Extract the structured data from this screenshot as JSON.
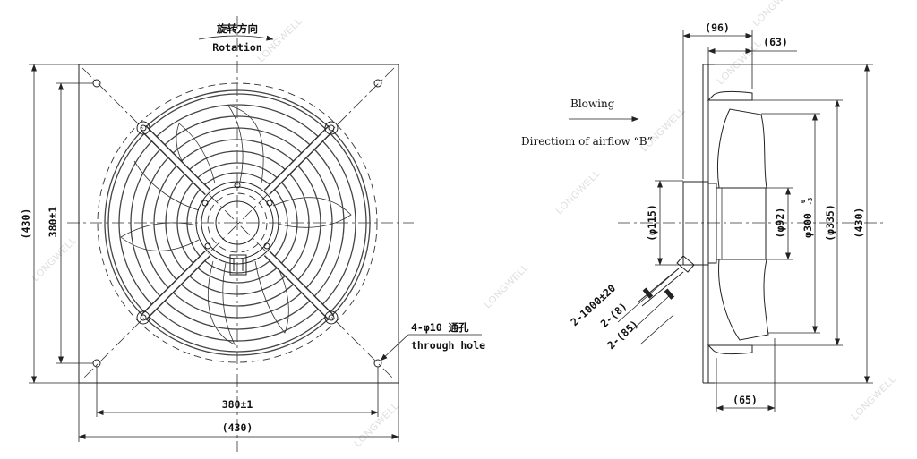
{
  "front_view": {
    "rotation_cn": "旋转方向",
    "rotation_en": "Rotation",
    "dim_height_overall": "(430)",
    "dim_height_holes": "380±1",
    "dim_width_holes": "380±1",
    "dim_width_overall": "(430)",
    "hole_note_cn": "4-φ10 通孔",
    "hole_note_en": "through hole"
  },
  "side_view": {
    "blowing": "Blowing",
    "airflow": "Directiom of airflow “B”",
    "dim_96": "(96)",
    "dim_63": "(63)",
    "dim_115": "(φ115)",
    "dim_92": "(φ92)",
    "dim_300": "φ300",
    "dim_300_tol_upper": "0",
    "dim_300_tol_lower": "-3",
    "dim_335": "(φ335)",
    "dim_430": "(430)",
    "cable_length": "2-1000±20",
    "cable_8": "2-(8)",
    "cable_85": "2-(85)",
    "dim_65": "(65)"
  },
  "watermark": "LONGWELL"
}
